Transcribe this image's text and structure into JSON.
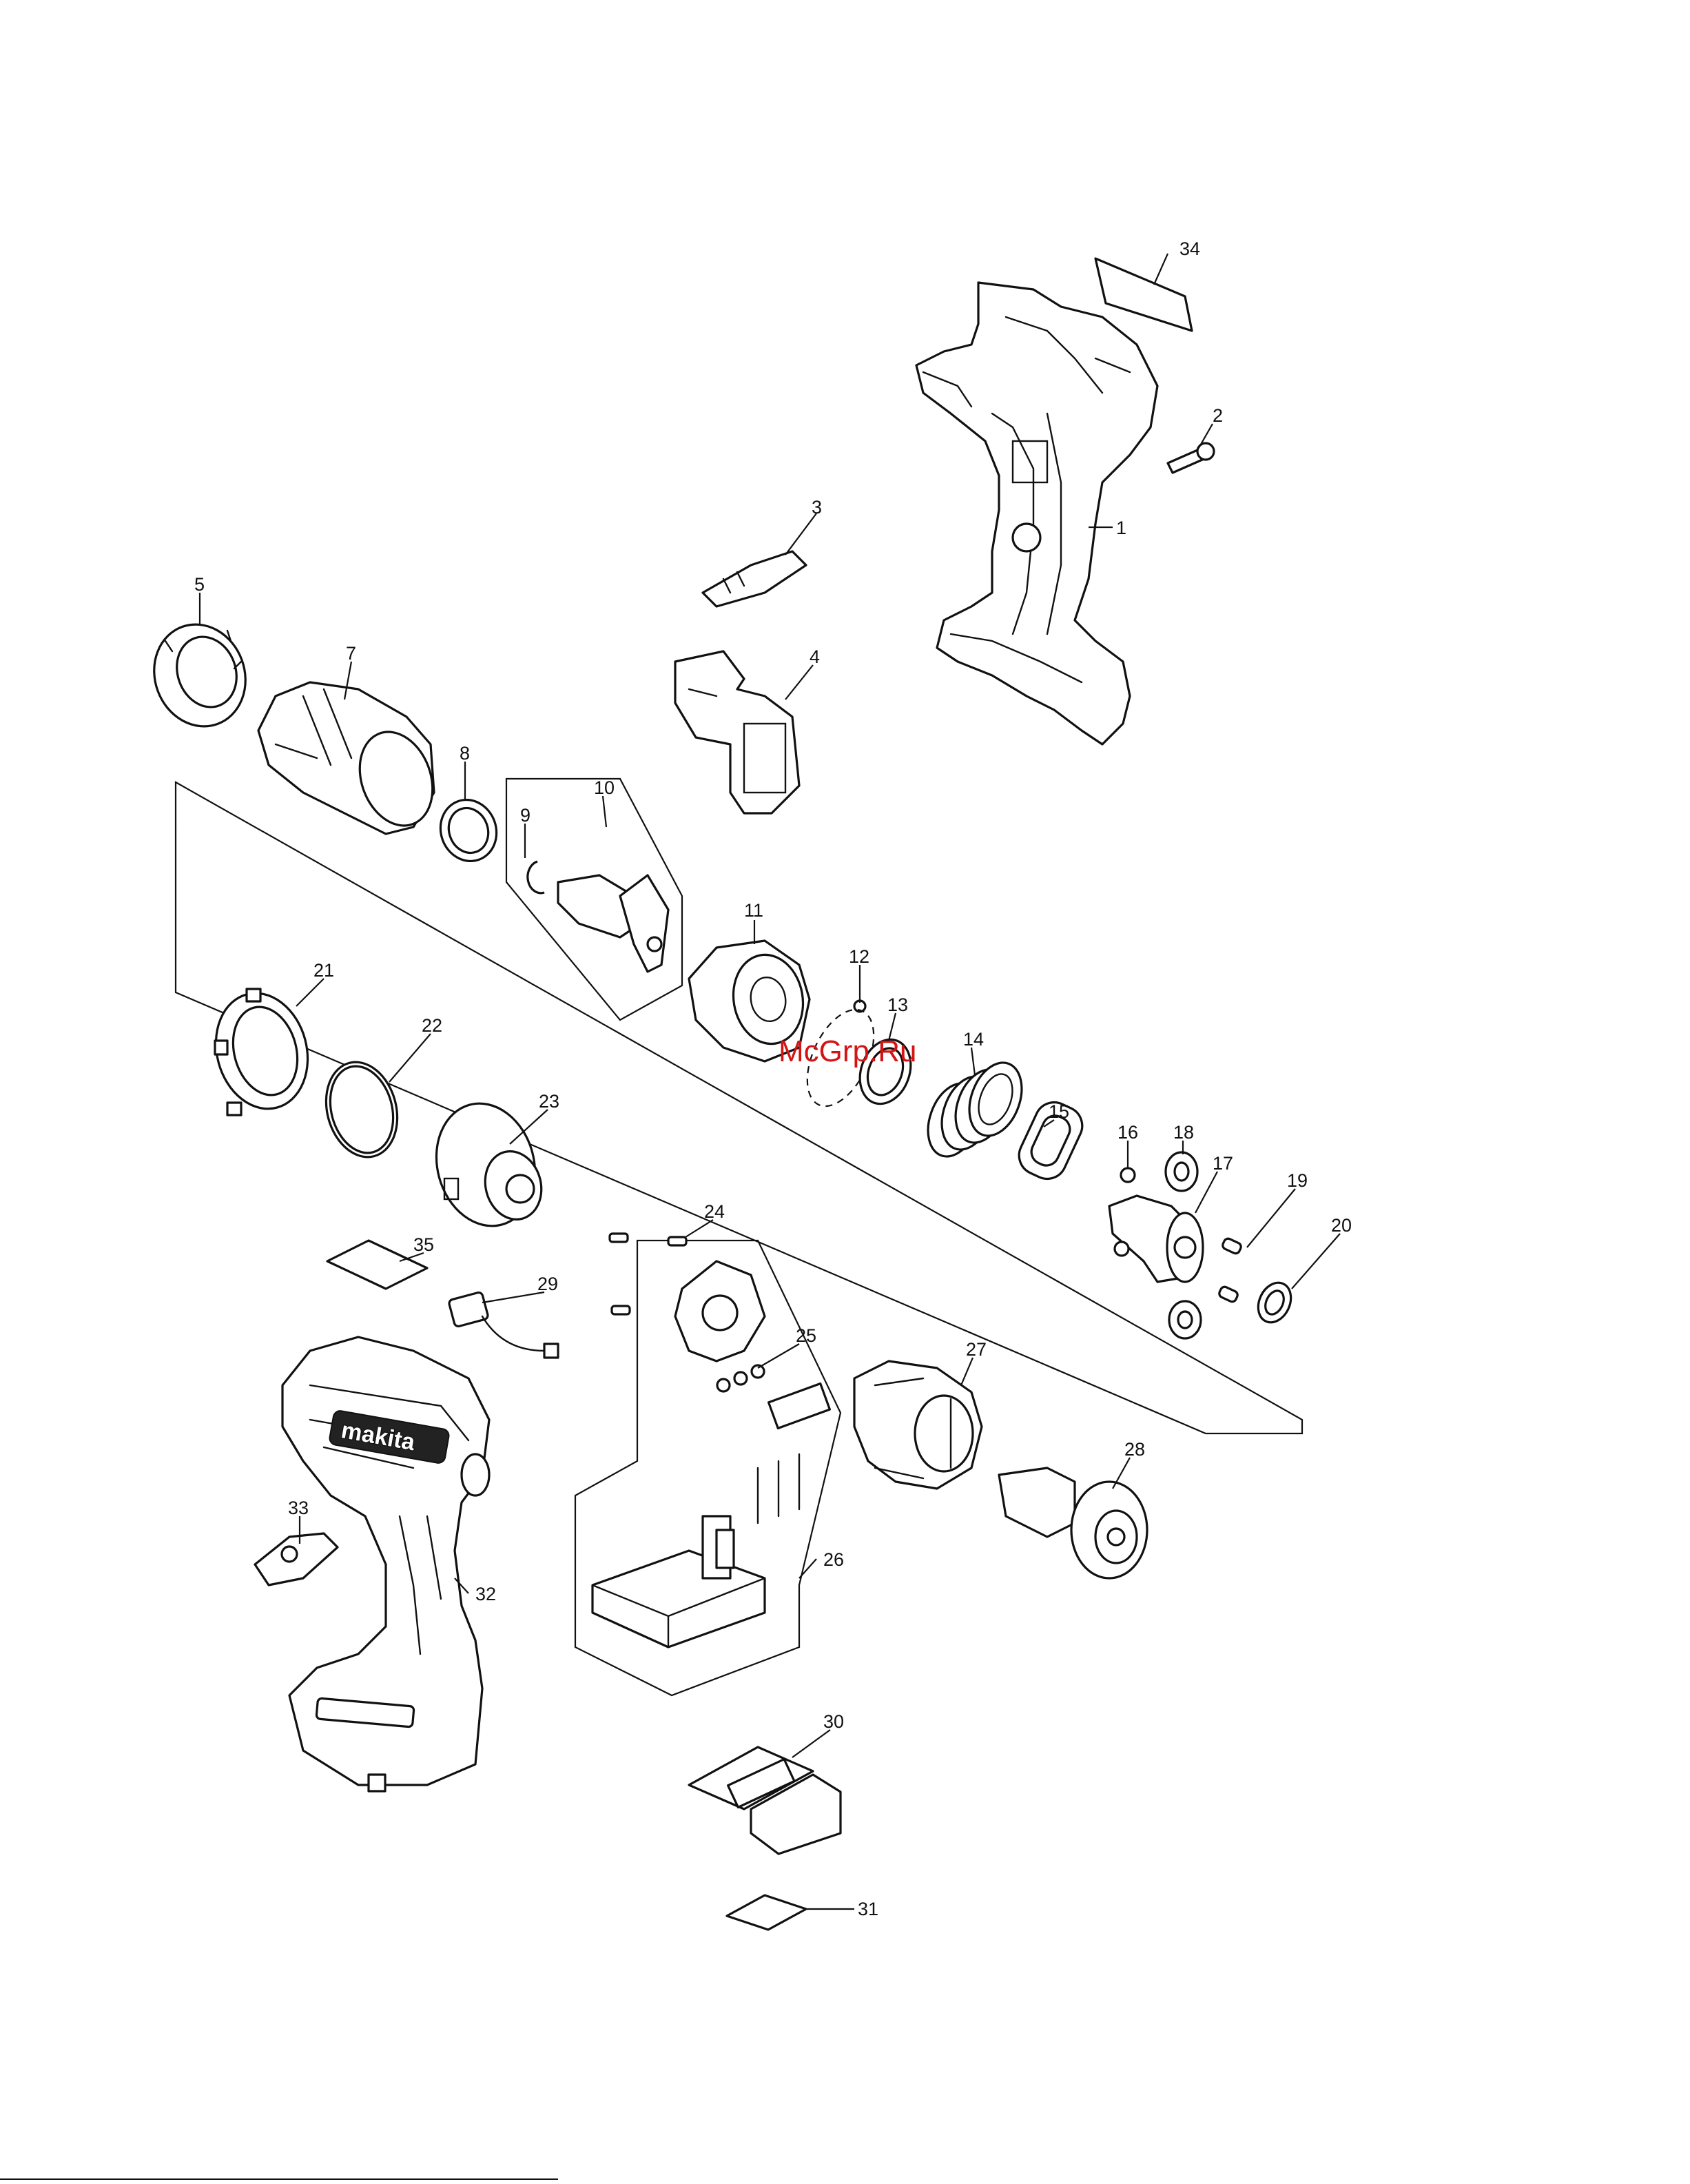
{
  "labels": {
    "p1": "1",
    "p2": "2",
    "p3": "3",
    "p4": "4",
    "p5": "5",
    "p7": "7",
    "p8": "8",
    "p9": "9",
    "p10": "10",
    "p11": "11",
    "p12": "12",
    "p13": "13",
    "p14": "14",
    "p15": "15",
    "p16": "16",
    "p17": "17",
    "p18": "18",
    "p19": "19",
    "p20": "20",
    "p21": "21",
    "p22": "22",
    "p23": "23",
    "p24": "24",
    "p25": "25",
    "p26": "26",
    "p27": "27",
    "p28": "28",
    "p29": "29",
    "p30": "30",
    "p31": "31",
    "p32": "32",
    "p33": "33",
    "p34": "34",
    "p35": "35"
  },
  "watermark": "McGrp.Ru",
  "brand_logo": "makita"
}
